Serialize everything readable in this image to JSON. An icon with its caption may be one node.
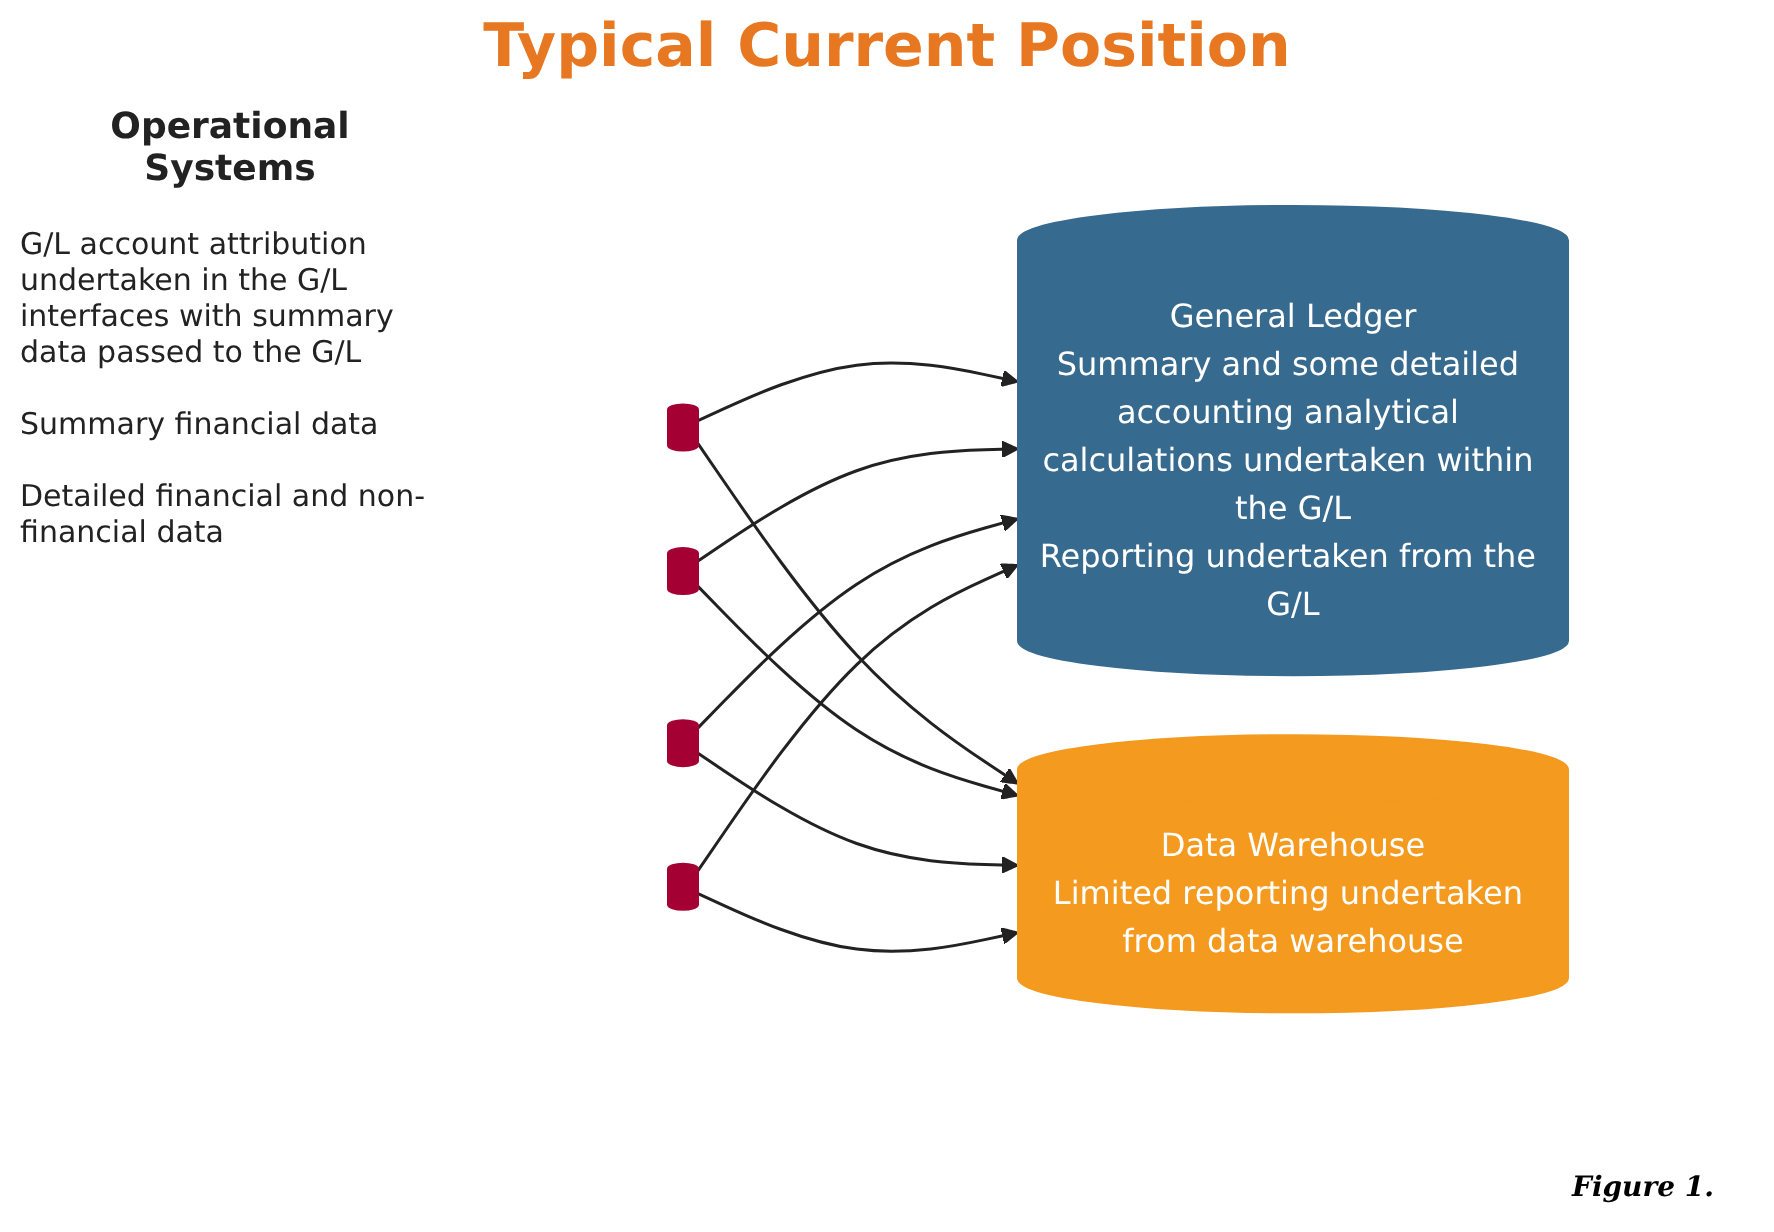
{
  "diagram": {
    "title": "Typical Current Position",
    "caption": "Figure 1.",
    "nodes": [
      {
        "text": [],
        "shape": "cylinder"
      },
      {
        "text": [],
        "shape": "cylinder"
      },
      {
        "text": [],
        "shape": "cylinder"
      },
      {
        "text": [],
        "shape": "cylinder"
      },
      {
        "text": [
          "General Ledger",
          "Summary and some detailed accounting analytical calculations undertaken within the G/L",
          "Reporting undertaken from the G/L"
        ]
      },
      {
        "text": [
          "Data Warehouse",
          "Limited reporting undertaken from data warehouse"
        ]
      }
    ],
    "edges": [
      {
        "from": 0,
        "to": 4,
        "arrow": "to"
      },
      {
        "from": 0,
        "to": 5,
        "arrow": "to"
      },
      {
        "from": 1,
        "to": 4,
        "arrow": "to"
      },
      {
        "from": 1,
        "to": 5,
        "arrow": "to"
      },
      {
        "from": 2,
        "to": 4,
        "arrow": "to"
      },
      {
        "from": 2,
        "to": 5,
        "arrow": "to"
      },
      {
        "from": 3,
        "to": 4,
        "arrow": "to"
      },
      {
        "from": 3,
        "to": 5,
        "arrow": "to"
      }
    ],
    "labels": [
      "Operational Systems",
      "G/L account attribution undertaken in the G/L interfaces with summary data passed to the G/L",
      "Summary financial data",
      "Detailed financial and non-financial data"
    ]
  }
}
